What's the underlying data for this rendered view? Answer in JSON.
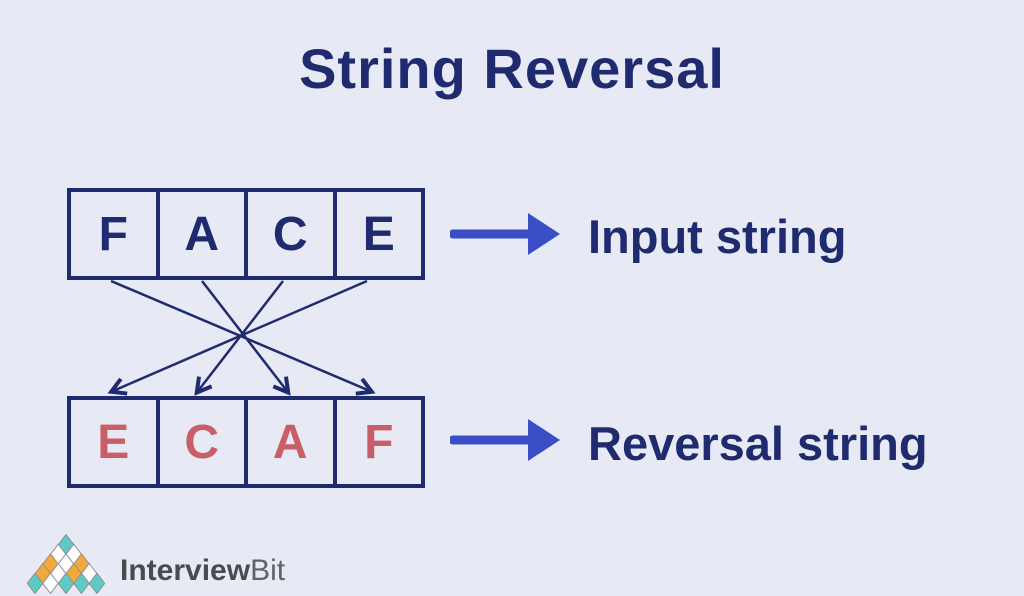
{
  "title": "String Reversal",
  "colors": {
    "background": "#E7EAF5",
    "navy": "#1F2B6E",
    "arrow_blue": "#3A4EC6",
    "reversed_letter_rose": "#C75E68",
    "logo_teal": "#5FC9C5",
    "logo_orange": "#F2A93B",
    "logo_white": "#FFFFFF",
    "logo_outline": "#8F8F8F",
    "logo_text_dark": "#4B4B4D",
    "logo_text_light": "#626264"
  },
  "diagram": {
    "input_row": {
      "letters": [
        "F",
        "A",
        "C",
        "E"
      ],
      "label": "Input string"
    },
    "output_row": {
      "letters": [
        "E",
        "C",
        "A",
        "F"
      ],
      "label": "Reversal string"
    },
    "mapping_note": "each input position i maps to output position n-1-i"
  },
  "logo": {
    "text_bold": "Interview",
    "text_light": "Bit",
    "pyramid_rows": [
      [
        "teal"
      ],
      [
        "white",
        "white"
      ],
      [
        "orange",
        "white",
        "orange"
      ],
      [
        "orange",
        "white",
        "orange",
        "white"
      ],
      [
        "teal",
        "white",
        "teal",
        "teal",
        "teal"
      ]
    ]
  }
}
